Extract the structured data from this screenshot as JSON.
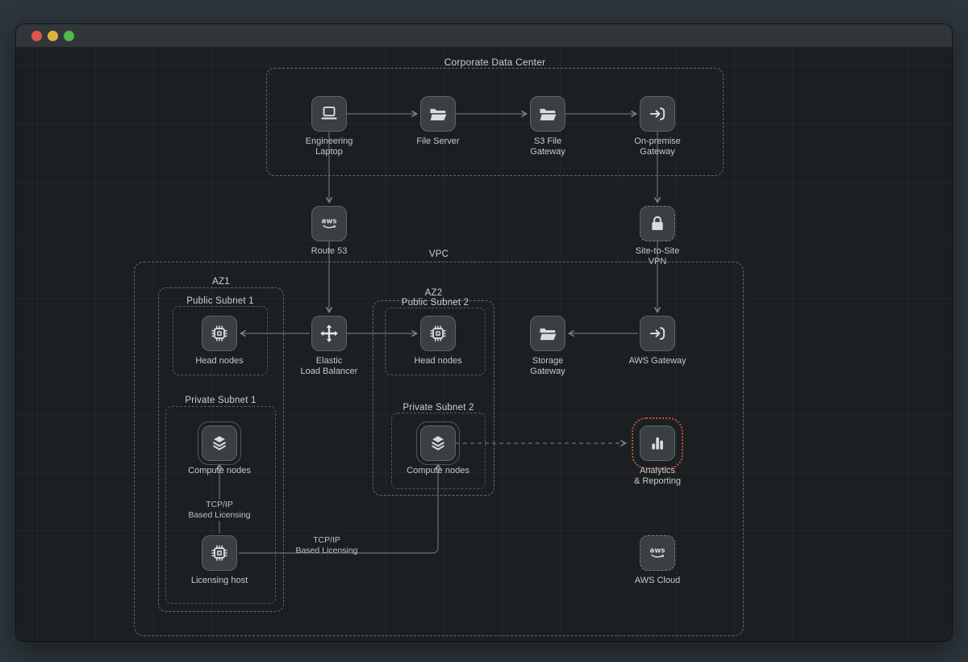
{
  "window": {
    "traffic_lights": [
      "close",
      "minimize",
      "zoom"
    ]
  },
  "diagram": {
    "containers": {
      "corporate_dc": "Corporate Data Center",
      "vpc": "VPC",
      "az1": "AZ1",
      "public_subnet_1": "Public Subnet 1",
      "private_subnet_1": "Private Subnet 1",
      "az2": "AZ2",
      "public_subnet_2": "Public Subnet 2",
      "private_subnet_2": "Private Subnet 2"
    },
    "nodes": {
      "engineering_laptop": "Engineering\nLaptop",
      "file_server": "File Server",
      "s3_file_gateway": "S3 File\nGateway",
      "on_premise_gateway": "On-premise\nGateway",
      "route_53": "Route 53",
      "site_to_site_vpn": "Site-to-Site\nVPN",
      "elastic_load_balancer": "Elastic\nLoad Balancer",
      "head_nodes_1": "Head nodes",
      "head_nodes_2": "Head nodes",
      "storage_gateway": "Storage\nGateway",
      "aws_gateway": "AWS Gateway",
      "compute_nodes_1": "Compute nodes",
      "compute_nodes_2": "Compute nodes",
      "analytics_reporting": "Analytics\n& Reporting",
      "licensing_host": "Licensing host",
      "aws_cloud": "AWS Cloud"
    },
    "edge_labels": {
      "tcpip_vertical": "TCP/IP\nBased Licensing",
      "tcpip_horizontal": "TCP/IP\nBased Licensing"
    },
    "icons": {
      "engineering_laptop": "laptop-icon",
      "file_server": "open-folder-icon",
      "s3_file_gateway": "open-folder-icon",
      "on_premise_gateway": "sign-in-gateway-icon",
      "route_53": "aws-logo-icon",
      "site_to_site_vpn": "lock-icon",
      "elastic_load_balancer": "move-arrows-icon",
      "head_nodes_1": "chip-icon",
      "head_nodes_2": "chip-icon",
      "storage_gateway": "open-folder-icon",
      "aws_gateway": "sign-in-gateway-icon",
      "compute_nodes_1": "layers-icon",
      "compute_nodes_2": "layers-icon",
      "analytics_reporting": "bar-chart-icon",
      "licensing_host": "chip-icon",
      "aws_cloud": "aws-logo-icon"
    },
    "colors": {
      "desktop_bg": "#2c353b",
      "titlebar_bg": "#32363a",
      "canvas_bg": "#1b1f22",
      "tile_bg": "#3a3f44",
      "tile_border": "#5f6367",
      "edge_line": "#6b6f73",
      "label_text": "#c7c9cb",
      "analytics_ring": "#c4503a",
      "traffic_red": "#e0564e",
      "traffic_yellow": "#dfb13e",
      "traffic_green": "#4fbb49"
    }
  }
}
